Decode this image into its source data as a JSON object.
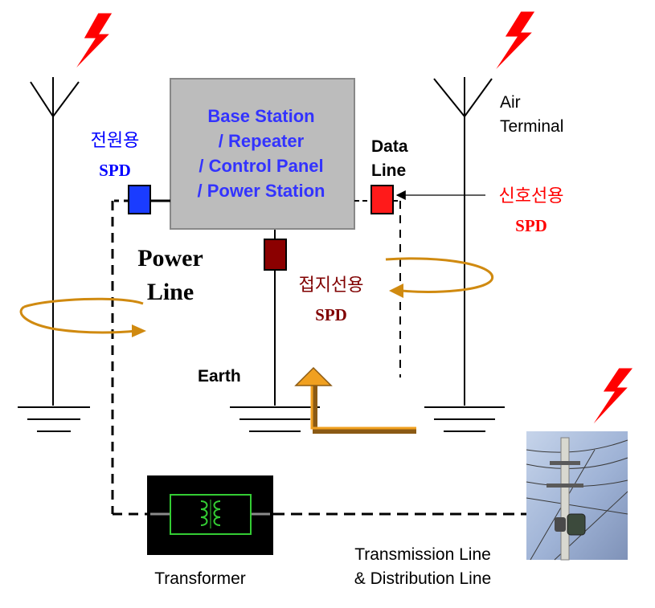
{
  "station": {
    "lines": [
      "Base Station",
      "/ Repeater",
      "/ Control Panel",
      "/ Power Station"
    ],
    "box_fill": "#bcbcbc",
    "text_color": "#3333ff"
  },
  "labels": {
    "air_terminal": [
      "Air",
      "Terminal"
    ],
    "data_line": [
      "Data",
      "Line"
    ],
    "power_line": [
      "Power",
      "Line"
    ],
    "earth": "Earth",
    "transformer": "Transformer",
    "transmission": [
      "Transmission Line",
      "& Distribution Line"
    ]
  },
  "spd": {
    "power": {
      "kr": "전원용",
      "en": "SPD",
      "color": "#0000ff"
    },
    "signal": {
      "kr": "신호선용",
      "en": "SPD",
      "color": "#ff0000"
    },
    "ground": {
      "kr": "접지선용",
      "en": "SPD",
      "color": "#800000"
    }
  },
  "colors": {
    "lightning": "#ff0000",
    "surge_arrow": "#cc8400",
    "power_spd_box": "#1a3cff",
    "data_spd_box": "#ff1a1a",
    "ground_spd_box": "#8b0000",
    "transformer_coil": "#33cc33"
  },
  "icons": [
    "lightning-bolt-icon",
    "antenna-icon",
    "ground-symbol-icon",
    "transformer-icon",
    "utility-pole-photo"
  ]
}
